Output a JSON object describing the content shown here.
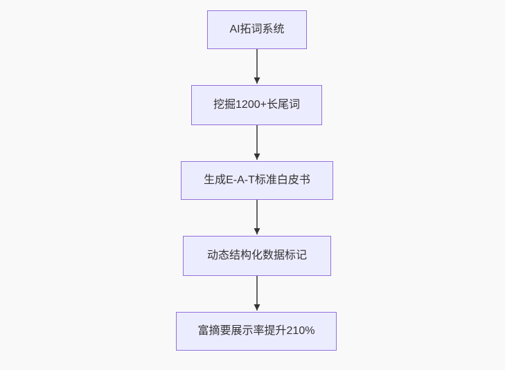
{
  "flowchart": {
    "type": "flowchart-top-down",
    "nodes": [
      {
        "label": "AI拓词系统"
      },
      {
        "label": "挖掘1200+长尾词"
      },
      {
        "label": "生成E-A-T标准白皮书"
      },
      {
        "label": "动态结构化数据标记"
      },
      {
        "label": "富摘要展示率提升210%"
      }
    ],
    "edges": [
      {
        "from": 0,
        "to": 1
      },
      {
        "from": 1,
        "to": 2
      },
      {
        "from": 2,
        "to": 3
      },
      {
        "from": 3,
        "to": 4
      }
    ],
    "colors": {
      "background": "#f9f9f9",
      "node_fill": "#ECECFF",
      "node_border": "#9370DB",
      "node_text": "#333333",
      "arrow": "#333333"
    }
  }
}
